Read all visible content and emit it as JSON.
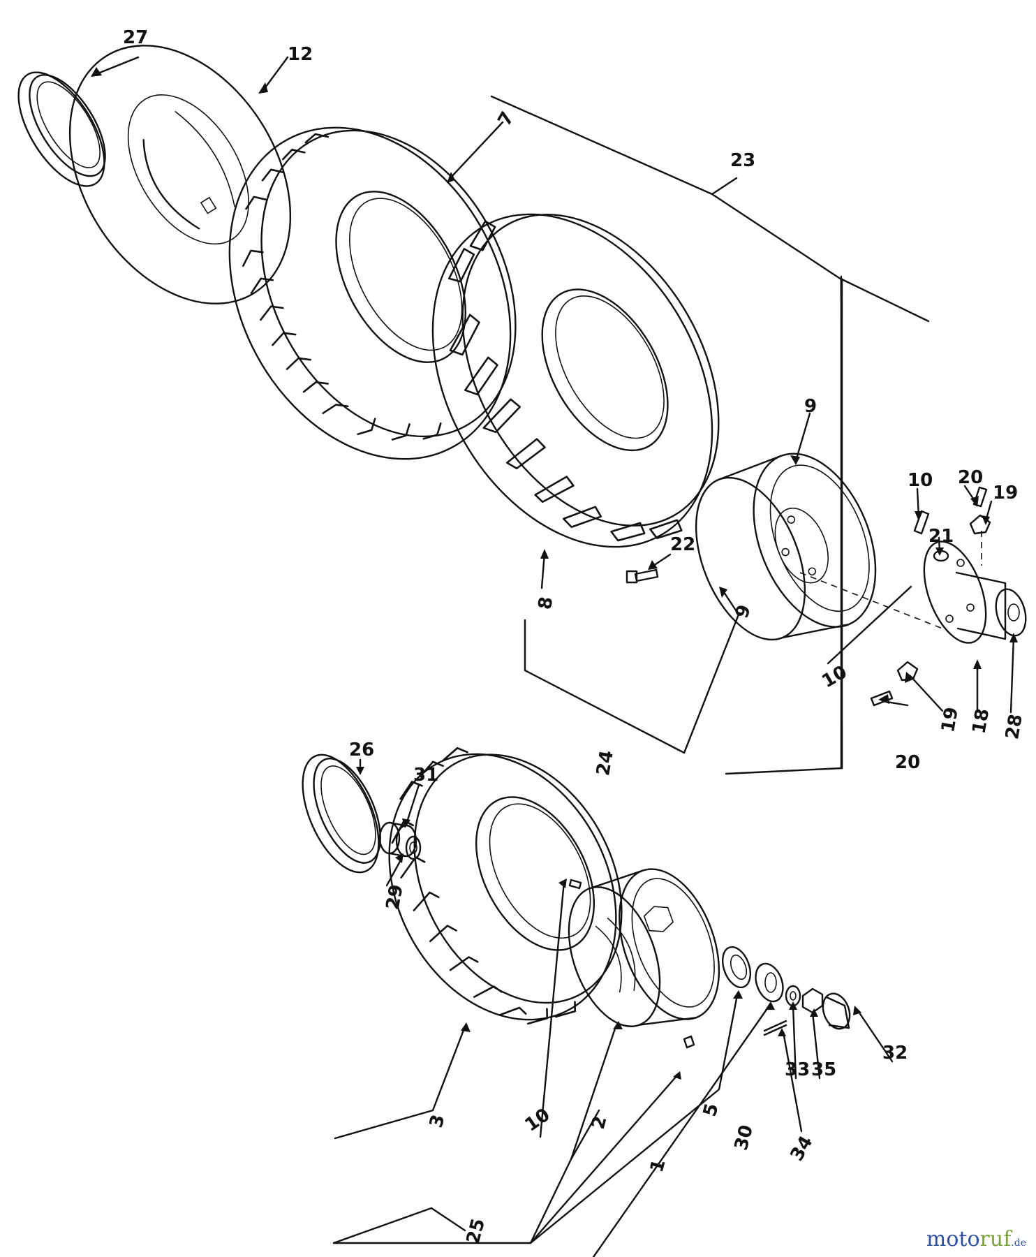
{
  "callouts": [
    {
      "id": "c27a",
      "text": "27"
    },
    {
      "id": "c12",
      "text": "12"
    },
    {
      "id": "c7",
      "text": "7"
    },
    {
      "id": "c23",
      "text": "23"
    },
    {
      "id": "c9a",
      "text": "9"
    },
    {
      "id": "c9b",
      "text": "9"
    },
    {
      "id": "c10a",
      "text": "10"
    },
    {
      "id": "c10b",
      "text": "10"
    },
    {
      "id": "c10c",
      "text": "10"
    },
    {
      "id": "c20a",
      "text": "20"
    },
    {
      "id": "c20b",
      "text": "20"
    },
    {
      "id": "c19a",
      "text": "19"
    },
    {
      "id": "c19b",
      "text": "19"
    },
    {
      "id": "c21",
      "text": "21"
    },
    {
      "id": "c22",
      "text": "22"
    },
    {
      "id": "c8",
      "text": "8"
    },
    {
      "id": "c18",
      "text": "18"
    },
    {
      "id": "c28",
      "text": "28"
    },
    {
      "id": "c24",
      "text": "24"
    },
    {
      "id": "c26",
      "text": "26"
    },
    {
      "id": "c31",
      "text": "31"
    },
    {
      "id": "c29",
      "text": "29"
    },
    {
      "id": "c3",
      "text": "3"
    },
    {
      "id": "c2",
      "text": "2"
    },
    {
      "id": "c1",
      "text": "1"
    },
    {
      "id": "c5",
      "text": "5"
    },
    {
      "id": "c30",
      "text": "30"
    },
    {
      "id": "c33",
      "text": "33"
    },
    {
      "id": "c35",
      "text": "35"
    },
    {
      "id": "c32",
      "text": "32"
    },
    {
      "id": "c34",
      "text": "34"
    },
    {
      "id": "c25",
      "text": "25"
    }
  ],
  "watermark": {
    "part1": "moto",
    "part2": "ruf",
    "suffix": ".de"
  }
}
